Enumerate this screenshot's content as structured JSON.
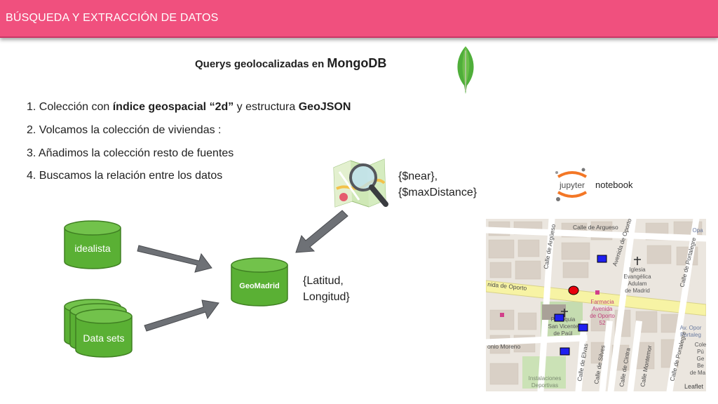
{
  "header": {
    "title": "BÚSQUEDA  Y EXTRACCIÓN DE DATOS"
  },
  "subtitle": {
    "prefix": "Querys geolocalizadas en ",
    "product": "MongoDB"
  },
  "steps": [
    {
      "pre": "1. Colección con ",
      "bold1": "índice geospacial “2d”",
      "mid": " y estructura ",
      "bold2": "GeoJSON"
    },
    {
      "text": "2. Volcamos la colección de viviendas :"
    },
    {
      "text": "3. Añadimos la colección resto de fuentes"
    },
    {
      "text": "4. Buscamos la relación entre los datos"
    }
  ],
  "operators": {
    "line1": "{$near},",
    "line2": "{$maxDistance}"
  },
  "jupyter": {
    "logo_text": "jupyter",
    "label": "notebook"
  },
  "nodes": {
    "idealista": "idealista",
    "datasets": "Data sets",
    "geomadrid": "GeoMadrid"
  },
  "coords": {
    "line1": "{Latitud,",
    "line2": "Longitud}"
  },
  "map": {
    "streets": [
      "Calle de Argueso",
      "Avenida de Oporto",
      "Calle de Argüeso",
      "Calle de Portalegre",
      "Calle de Portalegre",
      "Calle de Elvas",
      "Calle de Silves",
      "Calle de Cintra",
      "Calle Montemor",
      "nida de Oporto",
      "onio Moreno"
    ],
    "places": [
      "Iglesia",
      "Evangélica",
      "Adulam",
      "de Madrid",
      "Farmacia",
      "Avenida",
      "de Oporto",
      "52",
      "Parroquia",
      "San Vicente",
      "de Paúl",
      "Instalaciones",
      "Deportivas",
      "Av. Opor",
      "Portaleg",
      "Cole",
      "Pú",
      "Ge",
      "Be",
      "de Ma",
      "Opa"
    ],
    "attribution": "Leaflet"
  },
  "colors": {
    "header": "#f0507e",
    "node_green": "#5ab034",
    "node_border": "#3f7f22",
    "arrow_fill": "#6e7176",
    "marker_blue": "#1f1ff0",
    "marker_red": "#e8000d"
  }
}
